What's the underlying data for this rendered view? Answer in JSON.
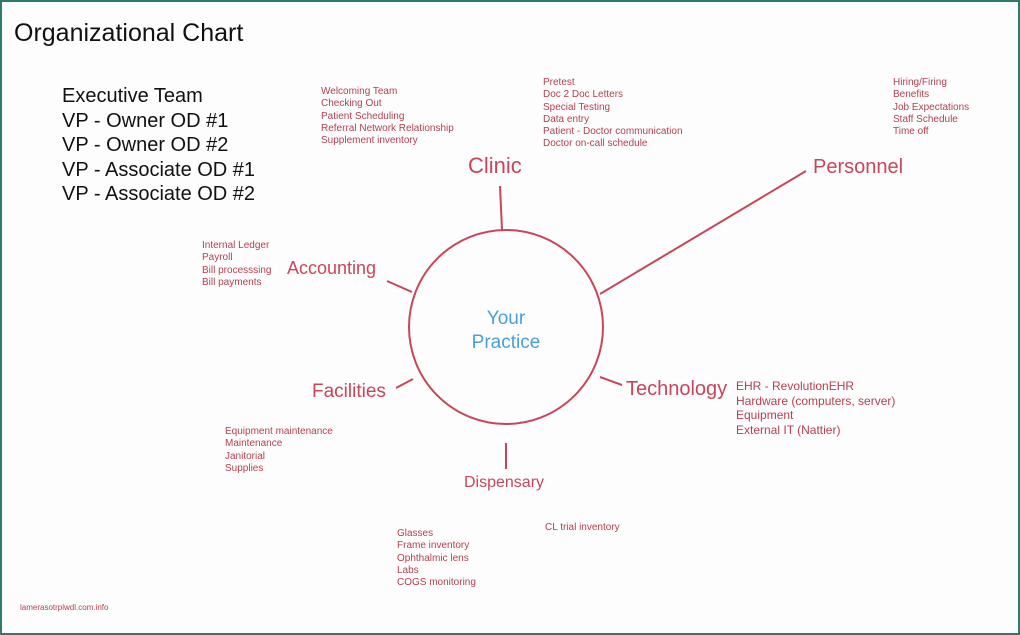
{
  "title": "Organizational Chart",
  "executive": [
    "Executive Team",
    "VP - Owner OD #1",
    "VP - Owner OD #2",
    "VP - Associate OD #1",
    "VP - Associate OD #2"
  ],
  "center": {
    "line1": "Your",
    "line2": "Practice"
  },
  "departments": {
    "clinic": "Clinic",
    "personnel": "Personnel",
    "accounting": "Accounting",
    "facilities": "Facilities",
    "technology": "Technology",
    "dispensary": "Dispensary"
  },
  "details": {
    "clinic_front": [
      "Welcoming Team",
      "Checking Out",
      "Patient Scheduling",
      "Referral Network Relationship",
      "Supplement inventory"
    ],
    "clinic_exam": [
      "Pretest",
      "Doc 2 Doc Letters",
      "Special Testing",
      "Data entry",
      "Patient - Doctor communication",
      "Doctor on-call schedule"
    ],
    "personnel": [
      "Hiring/Firing",
      "Benefits",
      "Job Expectations",
      "Staff Schedule",
      "Time off"
    ],
    "accounting": [
      "Internal Ledger",
      "Payroll",
      "Bill processsing",
      "Bill payments"
    ],
    "facilities": [
      "Equipment maintenance",
      "Maintenance",
      "Janitorial",
      "Supplies"
    ],
    "technology": [
      "EHR - RevolutionEHR",
      "Hardware (computers, server)",
      "Equipment",
      "External IT (Nattier)"
    ],
    "dispensary": [
      "Glasses",
      "Frame inventory",
      "Ophthalmic lens",
      "Labs",
      "COGS monitoring"
    ],
    "dispensary_cl": [
      "CL trial inventory"
    ]
  },
  "watermark": "lamerasotrplwdl.com.info",
  "colors": {
    "accent": "#c9455a",
    "center_text": "#4a9fd8",
    "border": "#2f7a6a"
  }
}
